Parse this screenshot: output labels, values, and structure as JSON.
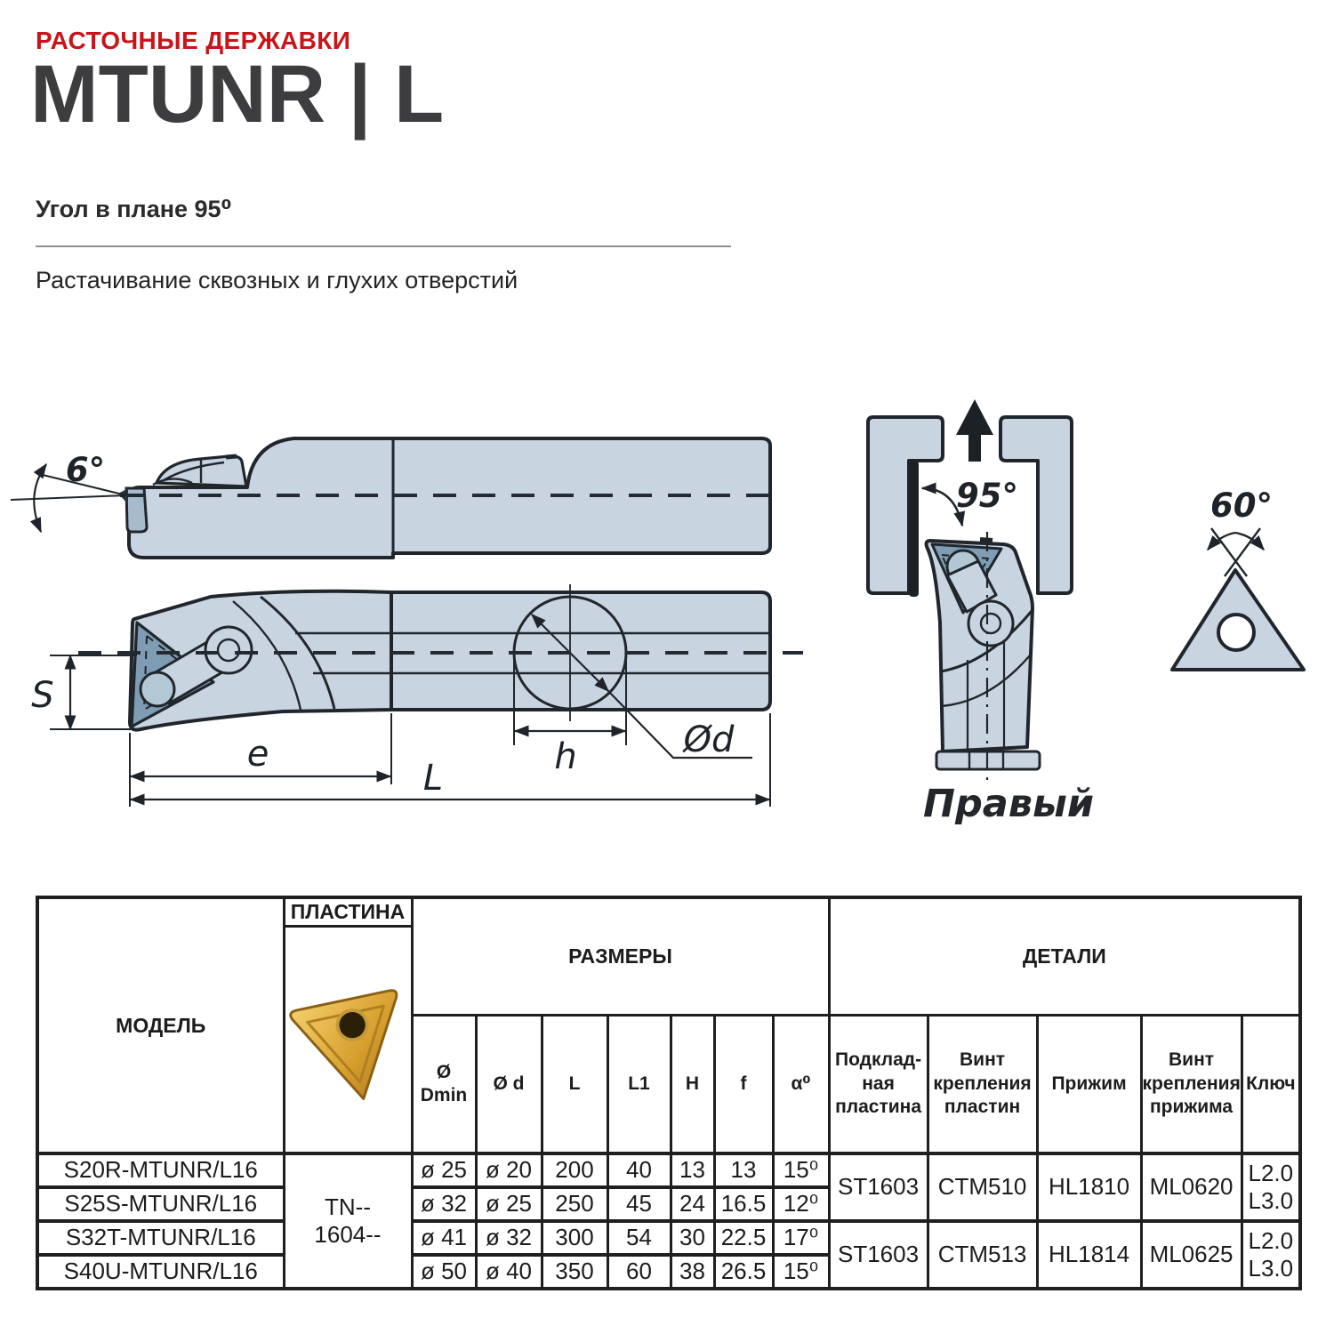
{
  "page": {
    "kicker": "РАСТОЧНЫЕ ДЕРЖАВКИ",
    "title": "MTUNR | L",
    "subtitle": "Угол в плане 95⁰",
    "description": "Растачивание сквозных и глухих отверстий"
  },
  "colors": {
    "accent_red": "#c8141a",
    "drawing_fill": "#c8d5e1",
    "drawing_dark_face": "#7e9cb3",
    "line": "#20262c"
  },
  "diagram": {
    "front_clearance_angle": "6°",
    "plan_angle": "95°",
    "insert_angle": "60°",
    "dim_s": "S",
    "dim_e": "e",
    "dim_l": "L",
    "dim_h": "h",
    "dim_dia": "Ød",
    "hand_label": "Правый"
  },
  "table": {
    "model_header": "МОДЕЛЬ",
    "plate_header": "ПЛАСТИНА",
    "sizes_header": "РАЗМЕРЫ",
    "details_header": "ДЕТАЛИ",
    "size_cols": [
      "Ø\nDmin",
      "Ø d",
      "L",
      "L1",
      "H",
      "f",
      "α⁰"
    ],
    "detail_cols": [
      "Подклад-\nная\nпластина",
      "Винт\nкрепления\nпластин",
      "Прижим",
      "Винт\nкрепления\nприжима",
      "Ключ"
    ],
    "plate_value": "TN--\n1604--",
    "rows": [
      {
        "model": "S20R-MTUNR/L16",
        "dmin": "ø 25",
        "d": "ø 20",
        "len": "200",
        "l1": "40",
        "h": "13",
        "f": "13",
        "a": "15⁰"
      },
      {
        "model": "S25S-MTUNR/L16",
        "dmin": "ø 32",
        "d": "ø 25",
        "len": "250",
        "l1": "45",
        "h": "24",
        "f": "16.5",
        "a": "12⁰"
      },
      {
        "model": "S32T-MTUNR/L16",
        "dmin": "ø 41",
        "d": "ø 32",
        "len": "300",
        "l1": "54",
        "h": "30",
        "f": "22.5",
        "a": "17⁰"
      },
      {
        "model": "S40U-MTUNR/L16",
        "dmin": "ø 50",
        "d": "ø 40",
        "len": "350",
        "l1": "60",
        "h": "38",
        "f": "26.5",
        "a": "15⁰"
      }
    ],
    "detail_groups": [
      {
        "pad": "ST1603",
        "insert_screw": "CTM510",
        "clamp": "HL1810",
        "clamp_screw": "ML0620",
        "key": "L2.0\nL3.0"
      },
      {
        "pad": "ST1603",
        "insert_screw": "CTM513",
        "clamp": "HL1814",
        "clamp_screw": "ML0625",
        "key": "L2.0\nL3.0"
      }
    ]
  }
}
